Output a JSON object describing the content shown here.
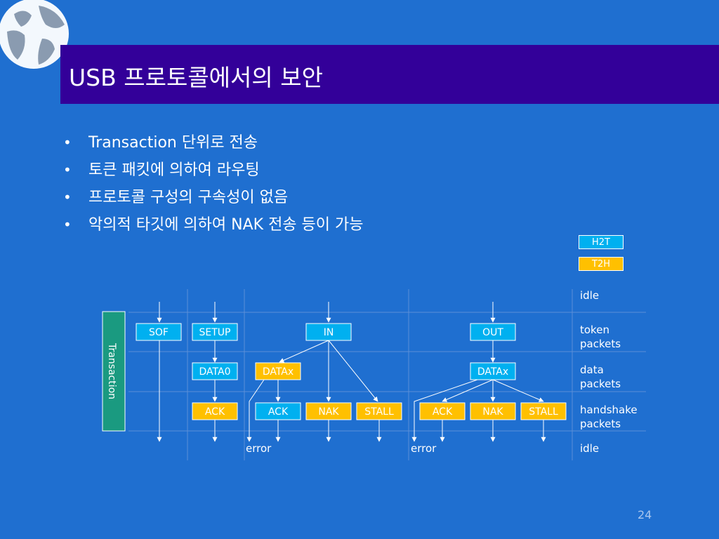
{
  "title": "USB 프로토콜에서의 보안",
  "bullets": [
    "Transaction 단위로 전송",
    "토큰 패킷에 의하여 라우팅",
    "프로토콜 구성의 구속성이 없음",
    "악의적 타깃에 의하여 NAK 전송 등이 가능"
  ],
  "legend": {
    "h2t": "H2T",
    "t2h": "T2H"
  },
  "row_labels": {
    "idle_top": "idle",
    "token": "token\npackets",
    "data": "data\npackets",
    "handshake": "handshake\npackets",
    "idle_bottom": "idle"
  },
  "transaction_label": "Transaction",
  "nodes": {
    "sof": "SOF",
    "setup": "SETUP",
    "in": "IN",
    "out": "OUT",
    "data0": "DATA0",
    "datax_in": "DATAx",
    "datax_out": "DATAx",
    "ack_setup": "ACK",
    "ack_in": "ACK",
    "nak_in": "NAK",
    "stall_in": "STALL",
    "ack_out": "ACK",
    "nak_out": "NAK",
    "stall_out": "STALL"
  },
  "error_labels": [
    "error",
    "error"
  ],
  "page_number": "24",
  "colors": {
    "h2t": "#00b0f0",
    "t2h": "#ffc000",
    "title_bar": "#330099",
    "background": "#1f6fd0",
    "transaction": "#1a9a80"
  }
}
